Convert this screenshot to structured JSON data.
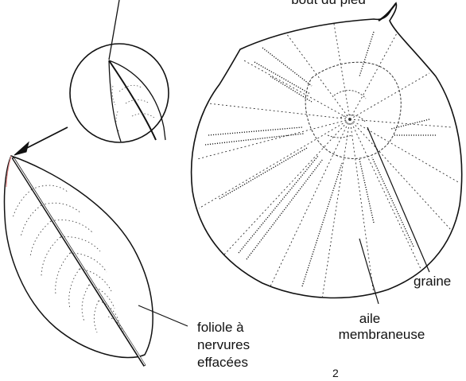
{
  "labels": {
    "top_partial": "bout du pied",
    "graine": "graine",
    "aile_line1": "aile",
    "aile_line2": "membraneuse",
    "foliole_line1": "foliole à",
    "foliole_line2": "nervures",
    "foliole_line3": "effacées",
    "figure_mark": "2"
  },
  "colors": {
    "ink": "#111111",
    "background": "#ffffff",
    "stipple": "#333333"
  }
}
